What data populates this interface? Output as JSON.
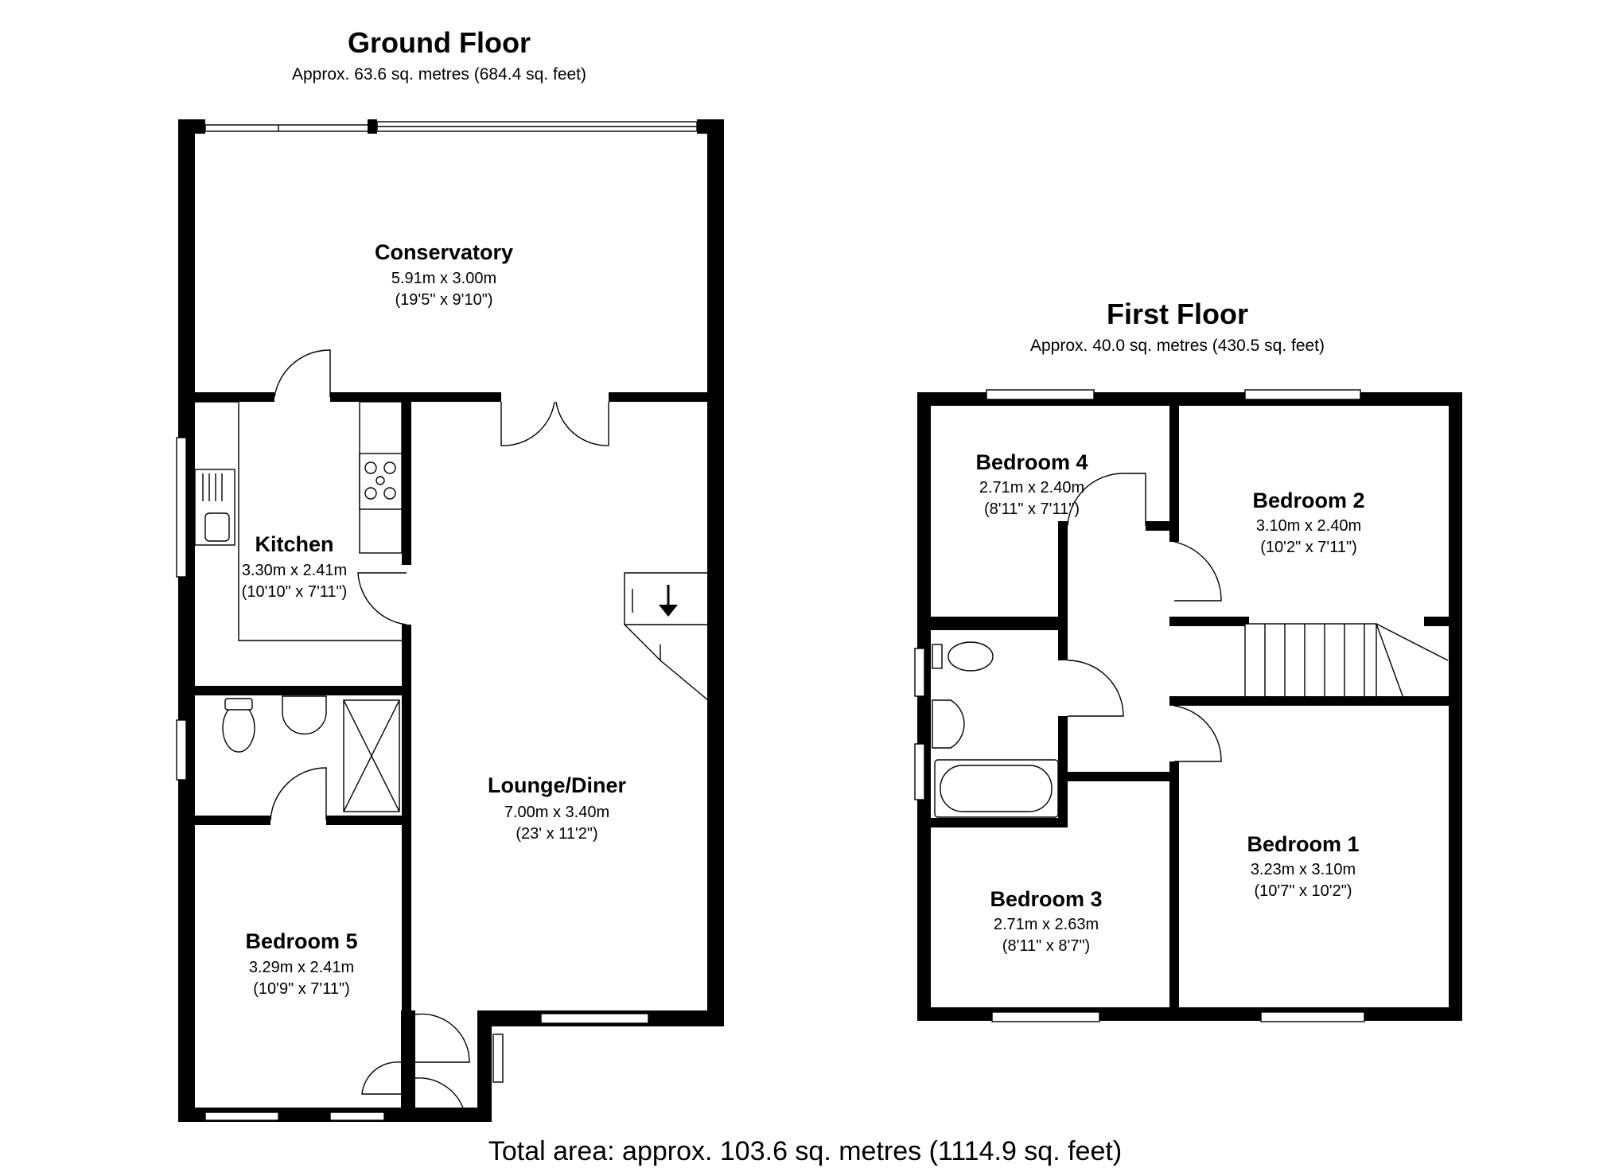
{
  "ground_floor": {
    "title": "Ground Floor",
    "approx": "Approx.  63.6 sq. metres (684.4 sq. feet)",
    "rooms": {
      "conservatory": {
        "name": "Conservatory",
        "metric": "5.91m x 3.00m",
        "imperial": "(19'5\" x 9'10\")"
      },
      "kitchen": {
        "name": "Kitchen",
        "metric": "3.30m x 2.41m",
        "imperial": "(10'10\" x 7'11\")"
      },
      "lounge": {
        "name": "Lounge/Diner",
        "metric": "7.00m x 3.40m",
        "imperial": "(23' x 11'2\")"
      },
      "bedroom5": {
        "name": "Bedroom 5",
        "metric": "3.29m x 2.41m",
        "imperial": "(10'9\" x 7'11\")"
      }
    }
  },
  "first_floor": {
    "title": "First Floor",
    "approx": "Approx.  40.0 sq. metres (430.5 sq. feet)",
    "rooms": {
      "bedroom4": {
        "name": "Bedroom 4",
        "metric": "2.71m x 2.40m",
        "imperial": "(8'11\" x 7'11\")"
      },
      "bedroom2": {
        "name": "Bedroom 2",
        "metric": "3.10m x 2.40m",
        "imperial": "(10'2\" x 7'11\")"
      },
      "bedroom1": {
        "name": "Bedroom 1",
        "metric": "3.23m x 3.10m",
        "imperial": "(10'7\" x 10'2\")"
      },
      "bedroom3": {
        "name": "Bedroom 3",
        "metric": "2.71m x 2.63m",
        "imperial": "(8'11\" x 8'7\")"
      }
    }
  },
  "total_area": "Total area: approx. 103.6 sq. metres (1114.9 sq. feet)",
  "icons": [
    "down-arrow-icon"
  ]
}
